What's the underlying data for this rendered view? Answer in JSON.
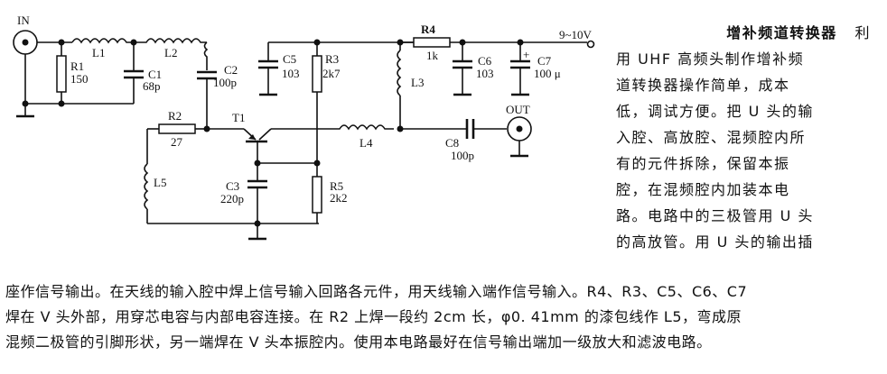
{
  "figure": {
    "connectors": {
      "input_label": "IN",
      "output_label": "OUT",
      "supply_label": "9~10V"
    },
    "components": {
      "R1": {
        "label": "R1",
        "value": "150"
      },
      "R2": {
        "label": "R2",
        "value": "27"
      },
      "R3": {
        "label": "R3",
        "value": "2k7"
      },
      "R4": {
        "label": "R4",
        "value": "1k"
      },
      "R5": {
        "label": "R5",
        "value": "2k2"
      },
      "C1": {
        "label": "C1",
        "value": "68p"
      },
      "C2": {
        "label": "C2",
        "value": "100p"
      },
      "C3": {
        "label": "C3",
        "value": "220p"
      },
      "C5": {
        "label": "C5",
        "value": "103"
      },
      "C6": {
        "label": "C6",
        "value": "103"
      },
      "C7": {
        "label": "C7",
        "value": "100 μ",
        "polarity": "+"
      },
      "C8": {
        "label": "C8",
        "value": "100p"
      },
      "L1": {
        "label": "L1"
      },
      "L2": {
        "label": "L2"
      },
      "L3": {
        "label": "L3"
      },
      "L4": {
        "label": "L4"
      },
      "L5": {
        "label": "L5"
      },
      "T1": {
        "label": "T1"
      }
    }
  },
  "article": {
    "title": "增补频道转换器",
    "side_lines": [
      "利",
      "用 UHF 高频头制作增补频",
      "道转换器操作简单，成本",
      "低，调试方便。把 U 头的输",
      "入腔、高放腔、混频腔内所",
      "有的元件拆除，保留本振",
      "腔，在混频腔内加装本电",
      "路。电路中的三极管用 U 头",
      "的高放管。用 U 头的输出插"
    ],
    "bottom_lines": [
      "座作信号输出。在天线的输入腔中焊上信号输入回路各元件，用天线输入端作信号输入。R4、R3、C5、C6、C7",
      "焊在 V 头外部，用穿芯电容与内部电容连接。在 R2 上焊一段约 2cm 长，φ0. 41mm 的漆包线作 L5，弯成原",
      "混频二极管的引脚形状，另一端焊在 V 头本振腔内。使用本电路最好在信号输出端加一级放大和滤波电路。"
    ]
  }
}
